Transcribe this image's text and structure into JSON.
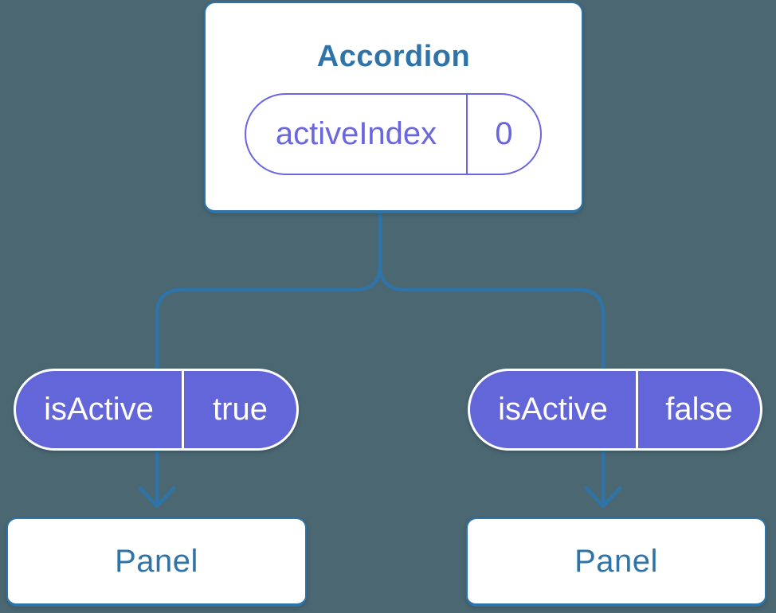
{
  "diagram": {
    "root": {
      "title": "Accordion",
      "state": {
        "name": "activeIndex",
        "value": "0"
      }
    },
    "children": [
      {
        "prop": {
          "name": "isActive",
          "value": "true"
        },
        "label": "Panel"
      },
      {
        "prop": {
          "name": "isActive",
          "value": "false"
        },
        "label": "Panel"
      }
    ],
    "colors": {
      "background": "#4B6771",
      "line_blue": "#2E74A8",
      "text_blue": "#2E74A8",
      "pill_purple": "#6366D8",
      "pill_outline_purple": "#6A66DB",
      "box_white": "#FFFFFF"
    }
  }
}
